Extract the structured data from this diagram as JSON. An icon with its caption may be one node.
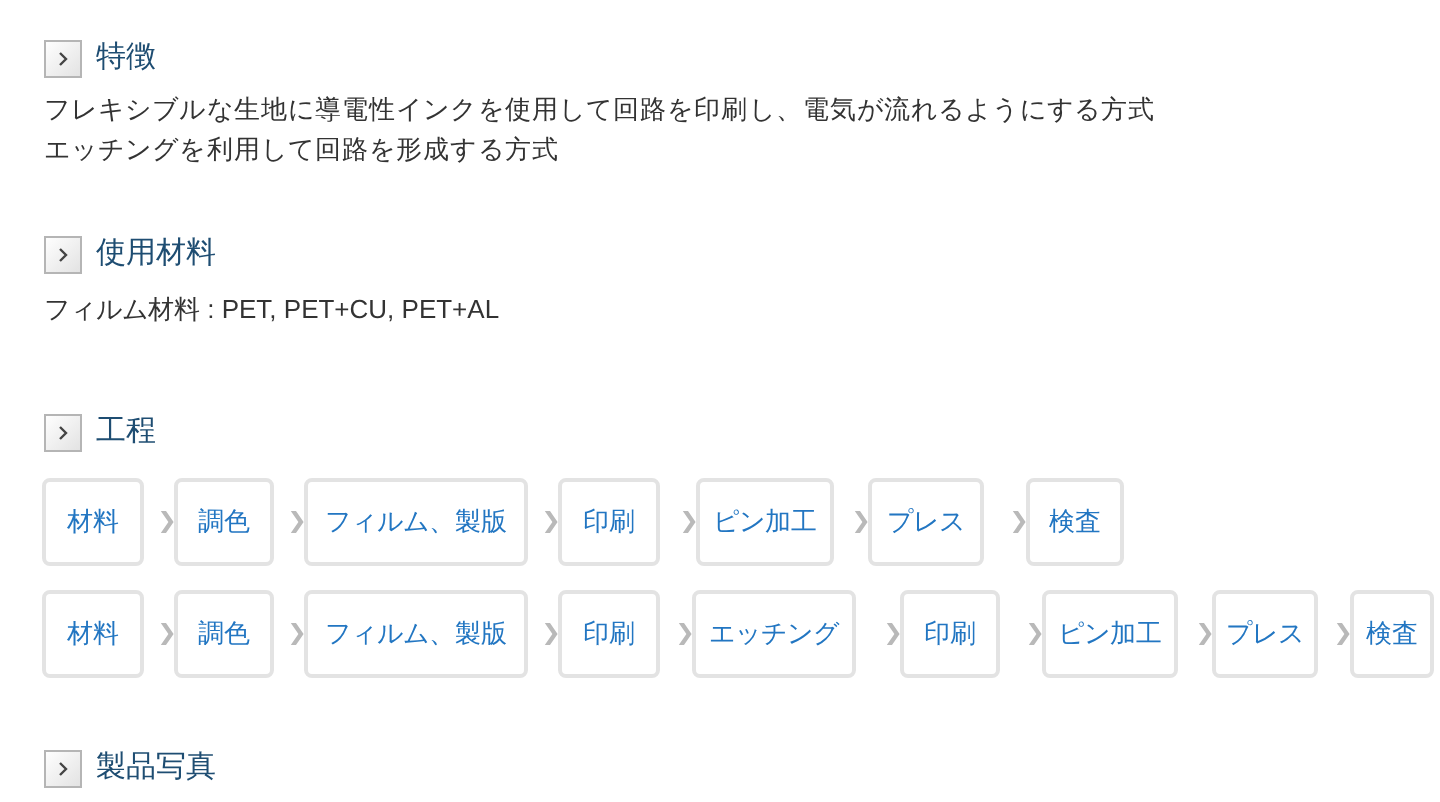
{
  "diagram": {
    "nodes": [
      {
        "text": [
          "材料"
        ]
      },
      {
        "text": [
          "調色"
        ]
      },
      {
        "text": [
          "フィルム、製版"
        ]
      },
      {
        "text": [
          "印刷"
        ]
      },
      {
        "text": [
          "ピン加工"
        ]
      },
      {
        "text": [
          "プレス"
        ]
      },
      {
        "text": [
          "検査"
        ]
      },
      {
        "text": [
          "材料"
        ]
      },
      {
        "text": [
          "調色"
        ]
      },
      {
        "text": [
          "フィルム、製版"
        ]
      },
      {
        "text": [
          "印刷"
        ]
      },
      {
        "text": [
          "エッチング"
        ]
      },
      {
        "text": [
          "印刷"
        ]
      },
      {
        "text": [
          "ピン加工"
        ]
      },
      {
        "text": [
          "プレス"
        ]
      },
      {
        "text": [
          "検査"
        ]
      }
    ],
    "edges": [
      {
        "from": 0,
        "to": 1,
        "arrow": "to"
      },
      {
        "from": 1,
        "to": 2,
        "arrow": "to"
      },
      {
        "from": 2,
        "to": 3,
        "arrow": "to"
      },
      {
        "from": 3,
        "to": 4,
        "arrow": "to"
      },
      {
        "from": 4,
        "to": 5,
        "arrow": "to"
      },
      {
        "from": 5,
        "to": 6,
        "arrow": "to"
      },
      {
        "from": 7,
        "to": 8,
        "arrow": "to"
      },
      {
        "from": 8,
        "to": 9,
        "arrow": "to"
      },
      {
        "from": 9,
        "to": 10,
        "arrow": "to"
      },
      {
        "from": 10,
        "to": 11,
        "arrow": "to"
      },
      {
        "from": 11,
        "to": 12,
        "arrow": "to"
      },
      {
        "from": 12,
        "to": 13,
        "arrow": "to"
      },
      {
        "from": 13,
        "to": 14,
        "arrow": "to"
      },
      {
        "from": 14,
        "to": 15,
        "arrow": "to"
      }
    ],
    "labels": [
      "特徴",
      "フレキシブルな生地に導電性インクを使用して回路を印刷し、電気が流れるようにする方式",
      "エッチングを利用して回路を形成する方式",
      "使用材料",
      "フィルム材料 : PET, PET+CU, PET+AL",
      "工程",
      "製品写真"
    ]
  }
}
